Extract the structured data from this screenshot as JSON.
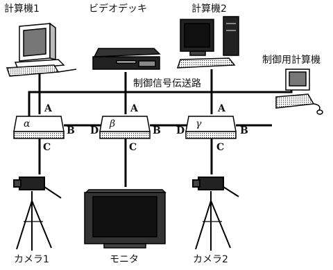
{
  "devices": {
    "computer1": "計算機1",
    "video_deck": "ビデオデッキ",
    "computer2": "計算機2",
    "control_computer": "制御用計算機",
    "camera1": "カメラ1",
    "monitor": "モニタ",
    "camera2": "カメラ2"
  },
  "signal_line": "制御信号伝送路",
  "switches": [
    {
      "symbol": "α",
      "ports": {
        "top": "A",
        "right": "B",
        "bottom": "C"
      }
    },
    {
      "symbol": "β",
      "ports": {
        "left": "D",
        "top": "A",
        "right": "B",
        "bottom": "C"
      }
    },
    {
      "symbol": "γ",
      "ports": {
        "left": "D",
        "top": "A",
        "right": "B",
        "bottom": "C"
      }
    }
  ]
}
